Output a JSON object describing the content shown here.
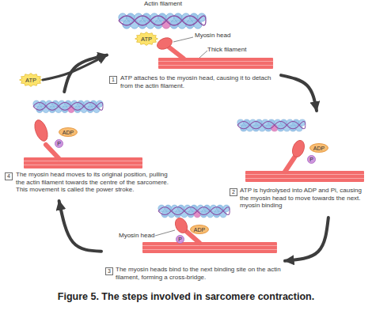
{
  "diagram": {
    "caption": "Figure 5. The steps involved in sarcomere contraction.",
    "nodes": [
      {
        "text": [
          "1",
          "ATP attaches to the myosin head, causing it to detach from the actin filament."
        ]
      },
      {
        "text": [
          "ATP"
        ],
        "in": 0
      },
      {
        "text": [
          "2",
          "ATP is hydrolysed into ADP and Pi, causing the myosin head to move towards the next. myosin binding"
        ]
      },
      {
        "text": [
          "ADP"
        ],
        "in": 2
      },
      {
        "text": [
          "P"
        ],
        "in": 2
      },
      {
        "text": [
          "3",
          "The myosin heads bind to the next binding site on the actin filament, forming a cross-bridge."
        ]
      },
      {
        "text": [
          "ADP"
        ],
        "in": 5
      },
      {
        "text": [
          "P"
        ],
        "in": 5
      },
      {
        "text": [
          "4",
          "The myosin head moves to its original position, pulling the actin filament towards the centre of the sarcomere. This movement is called the power stroke."
        ]
      },
      {
        "text": [
          "ADP"
        ],
        "in": 8
      },
      {
        "text": [
          "P"
        ],
        "in": 8
      },
      {
        "text": [
          "ATP"
        ]
      }
    ],
    "edges": [
      {
        "from": 0,
        "to": 2,
        "arrow": "to"
      },
      {
        "from": 2,
        "to": 5,
        "arrow": "to"
      },
      {
        "from": 5,
        "to": 8,
        "arrow": "to"
      },
      {
        "from": 8,
        "to": 0,
        "arrow": "to"
      },
      {
        "from": 11,
        "to": 0,
        "arrow": "to"
      }
    ],
    "labels": [
      "Actin filament",
      "Myosin head",
      "Thick filament",
      "Myosin head"
    ]
  }
}
